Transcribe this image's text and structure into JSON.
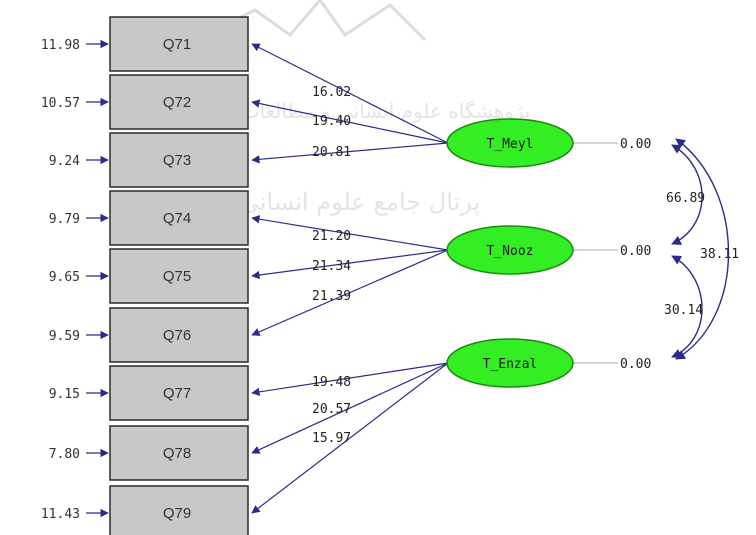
{
  "observed": [
    {
      "id": "Q71",
      "label": "Q71",
      "error_value": "11.98"
    },
    {
      "id": "Q72",
      "label": "Q72",
      "error_value": "10.57"
    },
    {
      "id": "Q73",
      "label": "Q73",
      "error_value": "9.24"
    },
    {
      "id": "Q74",
      "label": "Q74",
      "error_value": "9.79"
    },
    {
      "id": "Q75",
      "label": "Q75",
      "error_value": "9.65"
    },
    {
      "id": "Q76",
      "label": "Q76",
      "error_value": "9.59"
    },
    {
      "id": "Q77",
      "label": "Q77",
      "error_value": "9.15"
    },
    {
      "id": "Q78",
      "label": "Q78",
      "error_value": "7.80"
    },
    {
      "id": "Q79",
      "label": "Q79",
      "error_value": "11.43"
    }
  ],
  "latents": [
    {
      "id": "T_Meyl",
      "label": "T_Meyl",
      "variance": "0.00"
    },
    {
      "id": "T_Nooz",
      "label": "T_Nooz",
      "variance": "0.00"
    },
    {
      "id": "T_Enzal",
      "label": "T_Enzal",
      "variance": "0.00"
    }
  ],
  "loadings": [
    {
      "from": "T_Meyl",
      "to": "Q71",
      "value": "16.02"
    },
    {
      "from": "T_Meyl",
      "to": "Q72",
      "value": "19.40"
    },
    {
      "from": "T_Meyl",
      "to": "Q73",
      "value": "20.81"
    },
    {
      "from": "T_Nooz",
      "to": "Q74",
      "value": "21.20"
    },
    {
      "from": "T_Nooz",
      "to": "Q75",
      "value": "21.34"
    },
    {
      "from": "T_Nooz",
      "to": "Q76",
      "value": "21.39"
    },
    {
      "from": "T_Enzal",
      "to": "Q77",
      "value": "19.48"
    },
    {
      "from": "T_Enzal",
      "to": "Q78",
      "value": "20.57"
    },
    {
      "from": "T_Enzal",
      "to": "Q79",
      "value": "15.97"
    }
  ],
  "correlations": [
    {
      "between": [
        "T_Meyl",
        "T_Nooz"
      ],
      "value": "66.89"
    },
    {
      "between": [
        "T_Meyl",
        "T_Enzal"
      ],
      "value": "38.11"
    },
    {
      "between": [
        "T_Nooz",
        "T_Enzal"
      ],
      "value": "30.14"
    }
  ],
  "watermark": {
    "line1": "پژوهشگاه علوم انسانی و مطالعات فرهنگی",
    "line2": "پرتال جامع علوم انسانی"
  }
}
